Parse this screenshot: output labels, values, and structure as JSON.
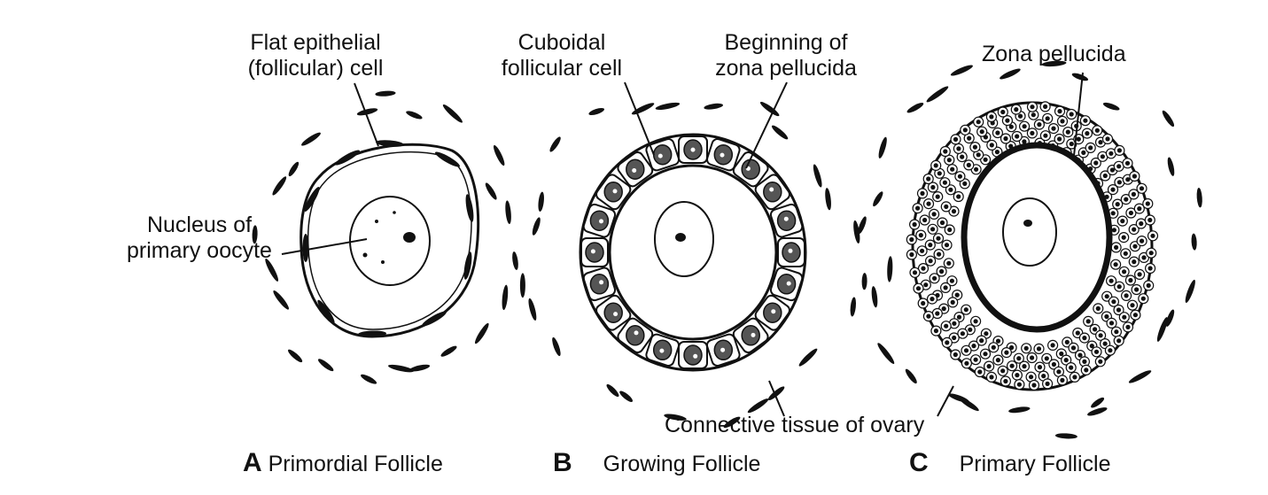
{
  "labels": {
    "flat_epithelial_1": "Flat epithelial",
    "flat_epithelial_2": "(follicular) cell",
    "nucleus_1": "Nucleus of",
    "nucleus_2": "primary oocyte",
    "cuboidal_1": "Cuboidal",
    "cuboidal_2": "follicular cell",
    "beginning_1": "Beginning of",
    "beginning_2": "zona pellucida",
    "zona_pellucida": "Zona pellucida",
    "connective_tissue": "Connective tissue of ovary"
  },
  "captions": {
    "a": {
      "letter": "A",
      "text": "Primordial Follicle"
    },
    "b": {
      "letter": "B",
      "text": "Growing Follicle"
    },
    "c": {
      "letter": "C",
      "text": "Primary Follicle"
    }
  },
  "colors": {
    "ink": "#111111",
    "paper": "#ffffff"
  }
}
